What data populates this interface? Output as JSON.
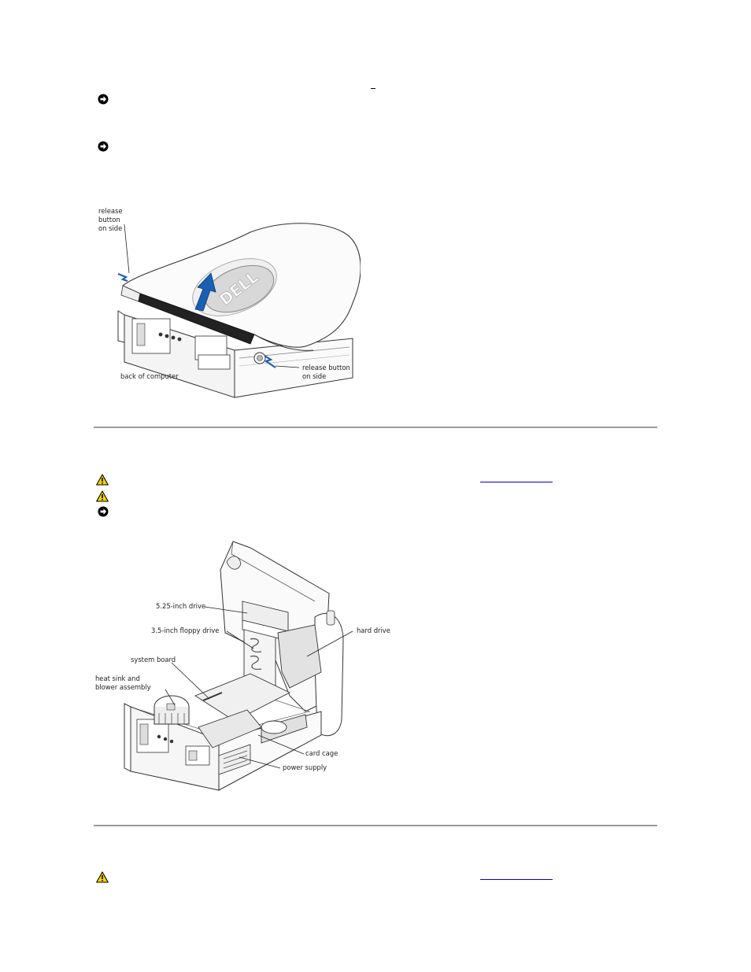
{
  "figure1": {
    "label_release_left_l1": "release",
    "label_release_left_l2": "button",
    "label_release_left_l3": "on side",
    "label_back": "back of computer",
    "label_release_right_l1": "release button",
    "label_release_right_l2": "on side",
    "logo": "DELL"
  },
  "figure2": {
    "label_525": "5.25-inch drive",
    "label_35": "3.5-inch floppy drive",
    "label_hard": "hard drive",
    "label_board": "system board",
    "label_heatsink_l1": "heat sink and",
    "label_heatsink_l2": "blower assembly",
    "label_card": "card cage",
    "label_power": "power supply"
  },
  "colors": {
    "notice_icon": "#000000",
    "caution_icon": "#f2d600",
    "link": "#0000cc",
    "arrow": "#1a5fb4",
    "rule": "#a8a8a8"
  },
  "icons": [
    "notice-icon",
    "caution-icon"
  ]
}
